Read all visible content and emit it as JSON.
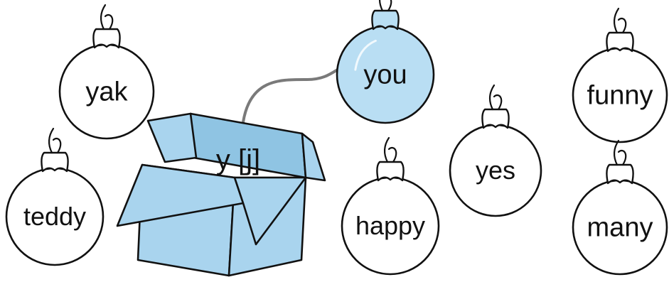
{
  "colors": {
    "box_fill": "#a9d4ee",
    "box_fill_dark": "#8fc4e3",
    "highlight_ornament_fill": "#b9def3",
    "ornament_fill": "#ffffff",
    "outline": "#111111",
    "string": "#7a7a7a"
  },
  "box": {
    "label": "y [j]"
  },
  "ornaments": [
    {
      "word": "yak",
      "highlighted": false
    },
    {
      "word": "teddy",
      "highlighted": false
    },
    {
      "word": "you",
      "highlighted": true
    },
    {
      "word": "happy",
      "highlighted": false
    },
    {
      "word": "yes",
      "highlighted": false
    },
    {
      "word": "funny",
      "highlighted": false
    },
    {
      "word": "many",
      "highlighted": false
    }
  ]
}
